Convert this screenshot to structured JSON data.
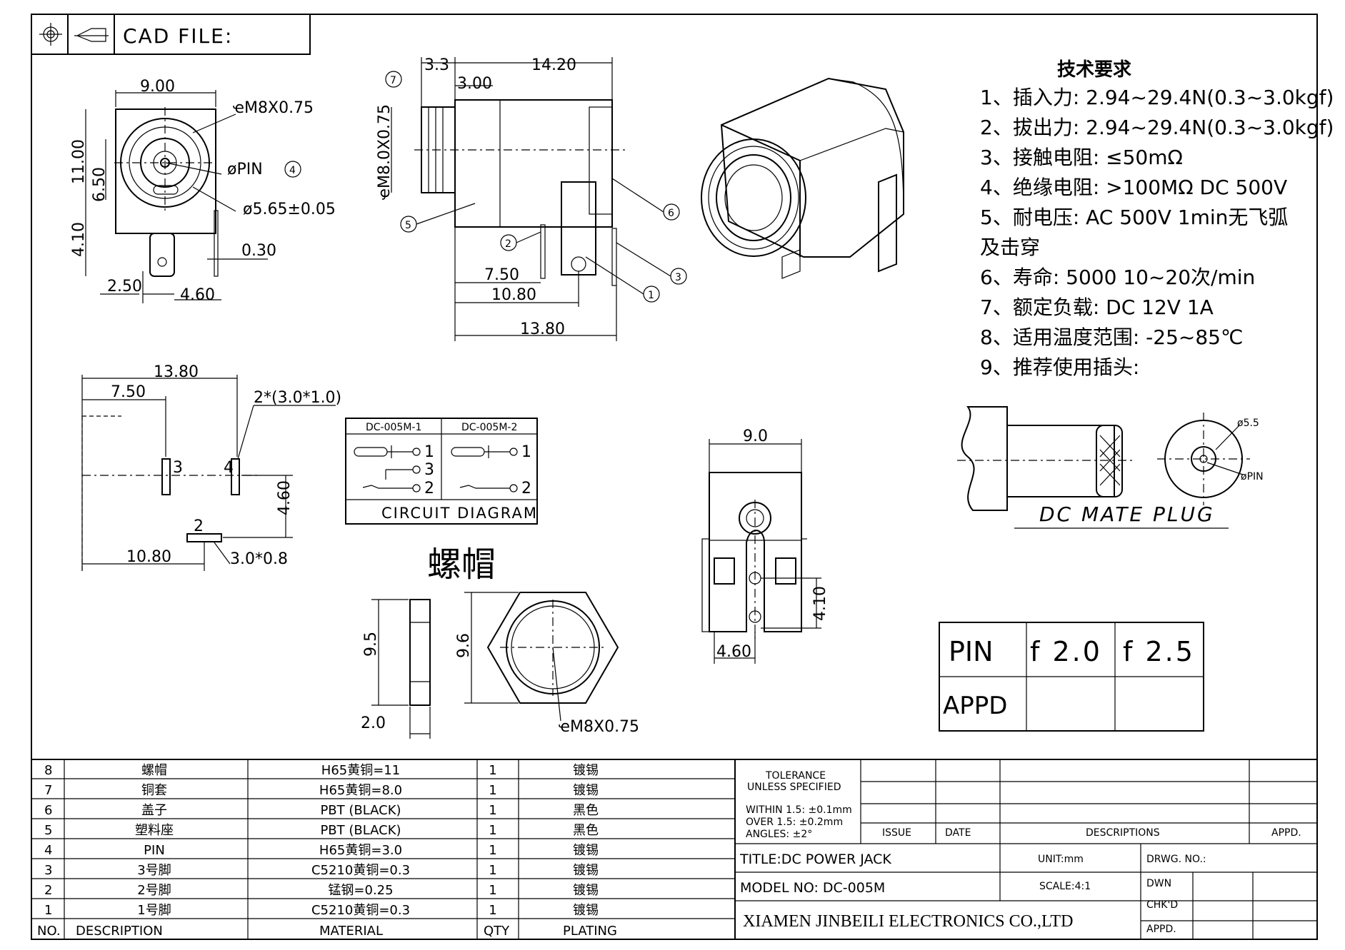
{
  "header": {
    "cad_label": "CAD FILE:"
  },
  "front_view": {
    "dims": [
      "9.00",
      "11.00",
      "6.50",
      "4.10",
      "2.50",
      "4.60",
      "0.30"
    ],
    "callouts": [
      "ҽM8X0.75",
      "øPIN",
      "4",
      "ø5.65±0.05"
    ]
  },
  "side_view": {
    "dims": [
      "3.3",
      "14.20",
      "3.00",
      "ҽM8.0X0.75",
      "7.50",
      "10.80",
      "13.80"
    ],
    "balloons": [
      "7",
      "5",
      "2",
      "6",
      "3",
      "1"
    ]
  },
  "requirements": {
    "title": "技术要求",
    "items": [
      "1、插入力: 2.94~29.4N(0.3~3.0kgf)",
      "2、拔出力: 2.94~29.4N(0.3~3.0kgf)",
      "3、接触电阻: ≤50mΩ",
      "4、绝缘电阻: >100MΩ DC   500V",
      "5、耐电压: AC   500V   1min无飞弧",
      "及击穿",
      "6、寿命: 5000 10~20次/min",
      "7、额定负载: DC   12V   1A",
      "8、适用温度范围: -25~85℃",
      "9、推荐使用插头:"
    ]
  },
  "plug": {
    "dia": "ø5.5",
    "pin": "øPIN",
    "caption": "DC MATE PLUG"
  },
  "pcb_layout": {
    "dims": [
      "13.80",
      "7.50",
      "2*(3.0*1.0)",
      "4.60",
      "10.80",
      "3.0*0.8"
    ],
    "pads": [
      "3",
      "4",
      "2"
    ]
  },
  "circuit": {
    "headers": [
      "DC-005M-1",
      "DC-005M-2"
    ],
    "left_pins": [
      "1",
      "3",
      "2"
    ],
    "right_pins": [
      "1",
      "2"
    ],
    "caption": "CIRCUIT DIAGRAM"
  },
  "nut": {
    "title": "螺帽",
    "dims": [
      "9.5",
      "9.6",
      "2.0",
      "ҽM8X0.75"
    ]
  },
  "bottom_view": {
    "dims": [
      "9.0",
      "4.10",
      "4.60"
    ]
  },
  "pin_table": {
    "rows": [
      [
        "PIN",
        "f 2.0",
        "f 2.5"
      ],
      [
        "APPD",
        "",
        ""
      ]
    ]
  },
  "bom": {
    "headers": [
      "NO.",
      "DESCRIPTION",
      "MATERIAL",
      "QTY",
      "PLATING"
    ],
    "rows": [
      [
        "8",
        "螺帽",
        "H65黄铜=11",
        "1",
        "镀锡"
      ],
      [
        "7",
        "铜套",
        "H65黄铜=8.0",
        "1",
        "镀锡"
      ],
      [
        "6",
        "盖子",
        "PBT (BLACK)",
        "1",
        "黑色"
      ],
      [
        "5",
        "塑料座",
        "PBT (BLACK)",
        "1",
        "黑色"
      ],
      [
        "4",
        "PIN",
        "H65黄铜=3.0",
        "1",
        "镀锡"
      ],
      [
        "3",
        "3号脚",
        "C5210黄铜=0.3",
        "1",
        "镀锡"
      ],
      [
        "2",
        "2号脚",
        "锰钢=0.25",
        "1",
        "镀锡"
      ],
      [
        "1",
        "1号脚",
        "C5210黄铜=0.3",
        "1",
        "镀锡"
      ]
    ]
  },
  "title_block": {
    "tolerance_title": [
      "TOLERANCE",
      "UNLESS SPECIFIED"
    ],
    "tolerance_lines": [
      "WITHIN 1.5: ±0.1mm",
      "OVER 1.5:  ±0.2mm",
      "ANGLES: ±2°"
    ],
    "revision_headers": [
      "ISSUE",
      "DATE",
      "DESCRIPTIONS",
      "APPD."
    ],
    "title": "TITLE:DC POWER JACK",
    "unit": "UNIT:mm",
    "drwg_no": "DRWG. NO.:",
    "model": "MODEL NO: DC-005M",
    "scale": "SCALE:4:1",
    "dwn": "DWN",
    "chkd": "CHK'D",
    "appd": "APPD.",
    "company": "XIAMEN JINBEILI ELECTRONICS CO.,LTD"
  }
}
